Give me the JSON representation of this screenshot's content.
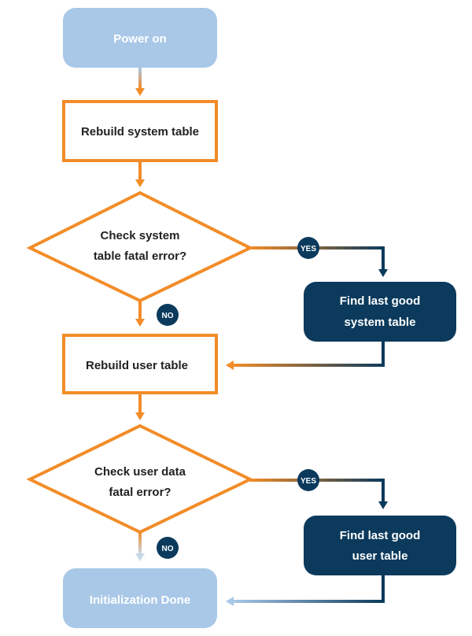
{
  "nodes": {
    "power_on": "Power on",
    "rebuild_system_table": "Rebuild system table",
    "check_system_line1": "Check system",
    "check_system_line2": "table fatal error?",
    "find_system_line1": "Find last good",
    "find_system_line2": "system table",
    "rebuild_user_table": "Rebuild user table",
    "check_user_line1": "Check user data",
    "check_user_line2": "fatal error?",
    "find_user_line1": "Find last good",
    "find_user_line2": "user table",
    "init_done": "Initialization Done"
  },
  "badges": {
    "yes_1": "YES",
    "no_1": "NO",
    "yes_2": "YES",
    "no_2": "NO"
  },
  "colors": {
    "orange": "#F28C28",
    "navy": "#0B3A5C",
    "light_blue": "#A9C8E8"
  }
}
